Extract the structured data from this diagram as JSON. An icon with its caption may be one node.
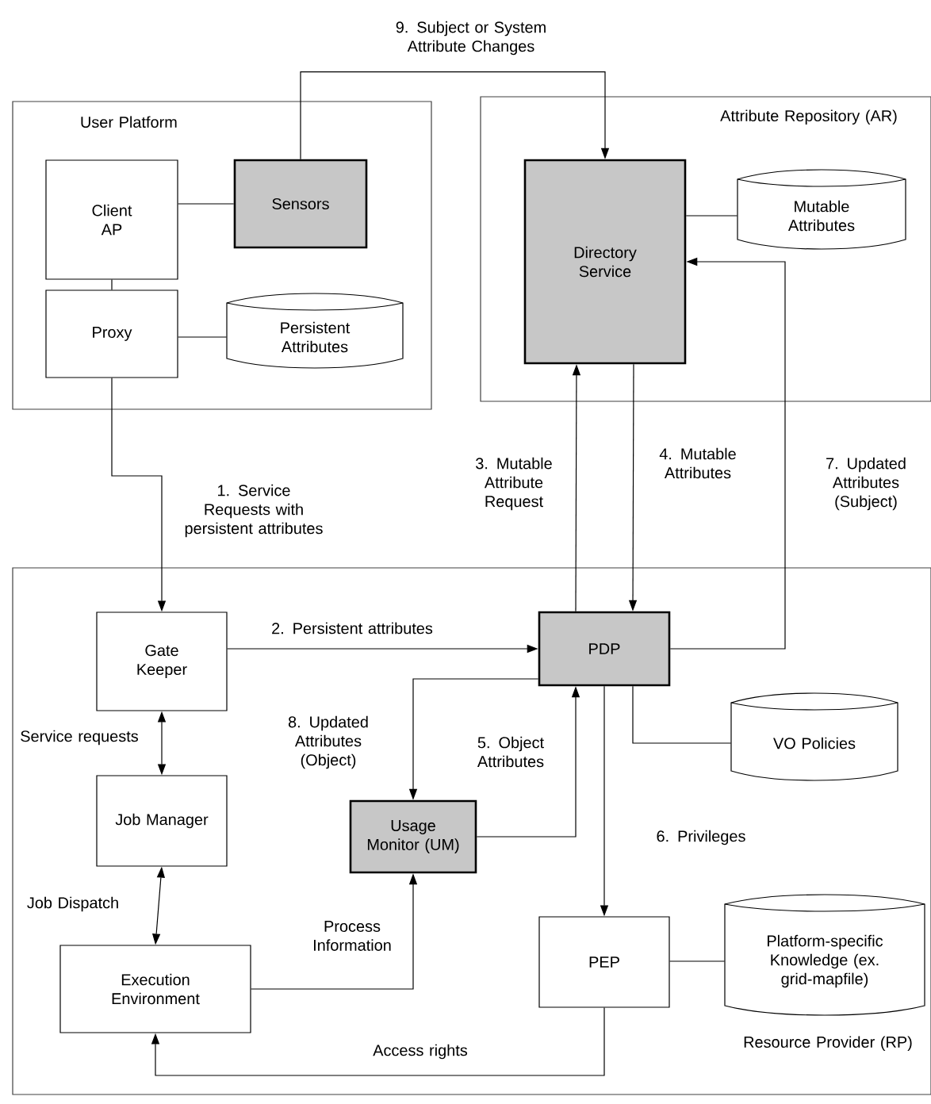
{
  "diagram": {
    "nodes": [
      {
        "text": [
          "User Platform"
        ]
      },
      {
        "text": [
          "Client AP"
        ],
        "in": 0
      },
      {
        "text": [
          "Sensors"
        ],
        "in": 0
      },
      {
        "text": [
          "Proxy"
        ],
        "in": 0
      },
      {
        "text": [
          "Persistent Attributes"
        ],
        "in": 0
      },
      {
        "text": [
          "Attribute Repository (AR)"
        ]
      },
      {
        "text": [
          "Directory Service"
        ],
        "in": 5
      },
      {
        "text": [
          "Mutable Attributes"
        ],
        "in": 5
      },
      {
        "text": [
          "Resource Provider (RP)"
        ]
      },
      {
        "text": [
          "Gate Keeper"
        ],
        "in": 8
      },
      {
        "text": [
          "Job Manager"
        ],
        "in": 8
      },
      {
        "text": [
          "Execution Environment"
        ],
        "in": 8
      },
      {
        "text": [
          "Usage Monitor (UM)"
        ],
        "in": 8
      },
      {
        "text": [
          "PDP"
        ],
        "in": 8
      },
      {
        "text": [
          "VO Policies"
        ],
        "in": 8
      },
      {
        "text": [
          "PEP"
        ],
        "in": 8
      },
      {
        "text": [
          "Platform-specific Knowledge (ex. grid-mapfile)"
        ],
        "in": 8
      }
    ],
    "edges": [
      {
        "from": 1,
        "to": 2,
        "arrow": "none"
      },
      {
        "from": 1,
        "to": 3,
        "arrow": "none"
      },
      {
        "from": 3,
        "to": 4,
        "arrow": "none"
      },
      {
        "from": 2,
        "to": 6,
        "arrow": "to",
        "label": "9. Subject or System Attribute Changes"
      },
      {
        "from": 3,
        "to": 9,
        "arrow": "to",
        "label": "1. Service Requests with persistent attributes"
      },
      {
        "from": 6,
        "to": 7,
        "arrow": "none"
      },
      {
        "from": 9,
        "to": 13,
        "arrow": "to",
        "label": "2. Persistent attributes"
      },
      {
        "from": 13,
        "to": 6,
        "arrow": "to",
        "label": "3. Mutable Attribute Request"
      },
      {
        "from": 6,
        "to": 13,
        "arrow": "to",
        "label": "4. Mutable Attributes"
      },
      {
        "from": 13,
        "to": 6,
        "arrow": "to",
        "label": "7. Updated Attributes (Subject)"
      },
      {
        "from": 13,
        "to": 12,
        "arrow": "to",
        "label": "8. Updated Attributes (Object)"
      },
      {
        "from": 12,
        "to": 13,
        "arrow": "to",
        "label": "5. Object Attributes"
      },
      {
        "from": 13,
        "to": 14,
        "arrow": "none"
      },
      {
        "from": 13,
        "to": 15,
        "arrow": "to",
        "label": "6. Privileges"
      },
      {
        "from": 9,
        "to": 10,
        "arrow": "both",
        "label": "Service requests"
      },
      {
        "from": 10,
        "to": 11,
        "arrow": "both",
        "label": "Job Dispatch"
      },
      {
        "from": 11,
        "to": 12,
        "arrow": "to",
        "label": "Process Information"
      },
      {
        "from": 15,
        "to": 11,
        "arrow": "to",
        "label": "Access rights"
      },
      {
        "from": 15,
        "to": 16,
        "arrow": "none"
      }
    ]
  }
}
